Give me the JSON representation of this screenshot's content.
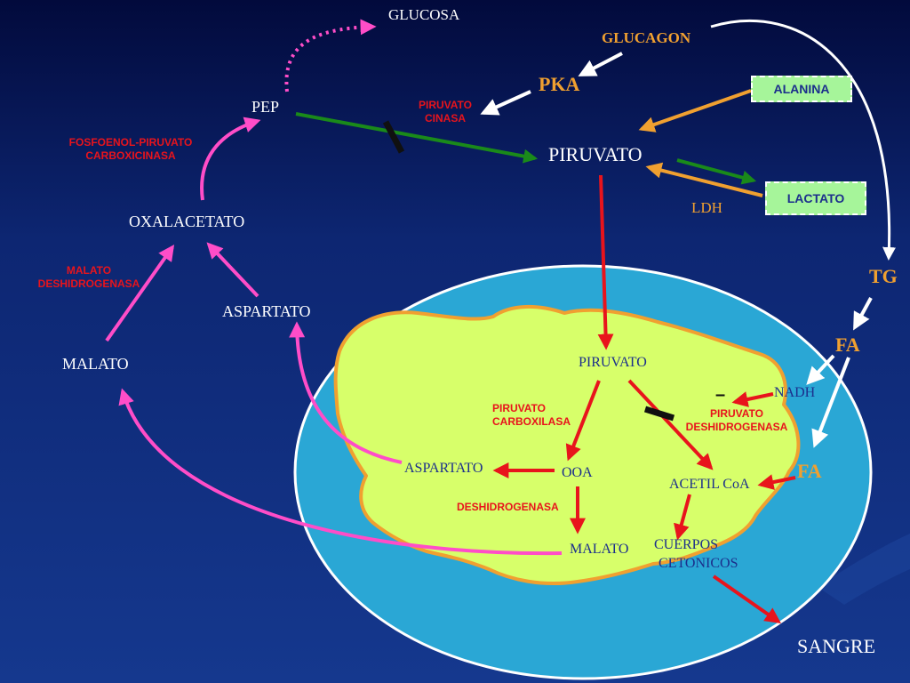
{
  "colors": {
    "background_top": "#020a3c",
    "background_bottom": "#15388e",
    "mitochondrion_outer": "#2aa7d5",
    "mitochondrion_inner": "#d7ff6a",
    "mitochondrion_border": "#f0a030",
    "enzyme_red": "#e8141c",
    "pink_path": "#ff4dc8",
    "green_arrow": "#1a8a1a",
    "orange_text": "#f0a030",
    "box_green": "#a6f59a",
    "navy_text": "#1c2f8c"
  },
  "cytosol": {
    "glucosa": "GLUCOSA",
    "pep": "PEP",
    "oxalacetato": "OXALACETATO",
    "malato": "MALATO",
    "aspartato": "ASPARTATO",
    "piruvato": "PIRUVATO",
    "glucagon": "GLUCAGON",
    "pka": "PKA",
    "ldh": "LDH",
    "tg": "TG",
    "fa": "FA",
    "sangre": "SANGRE"
  },
  "boxes": {
    "alanina": "ALANINA",
    "lactato": "LACTATO"
  },
  "enzymes": {
    "piruvato_cinasa": [
      "PIRUVATO",
      "CINASA"
    ],
    "pepck": [
      "FOSFOENOL-PIRUVATO",
      "CARBOXICINASA"
    ],
    "malato_dh": [
      "MALATO",
      "DESHIDROGENASA"
    ],
    "piruvato_carboxilasa": [
      "PIRUVATO",
      "CARBOXILASA"
    ],
    "deshidrogenasa": "DESHIDROGENASA",
    "piruvato_dh": [
      "PIRUVATO",
      "DESHIDROGENASA"
    ]
  },
  "mitochondrion": {
    "piruvato": "PIRUVATO",
    "ooa": "OOA",
    "aspartato": "ASPARTATO",
    "malato": "MALATO",
    "acetil_coa": "ACETIL CoA",
    "cuerpos": "CUERPOS",
    "cetonicos": "CETONICOS",
    "nadh": "NADH",
    "minus": "–",
    "fa": "FA"
  }
}
